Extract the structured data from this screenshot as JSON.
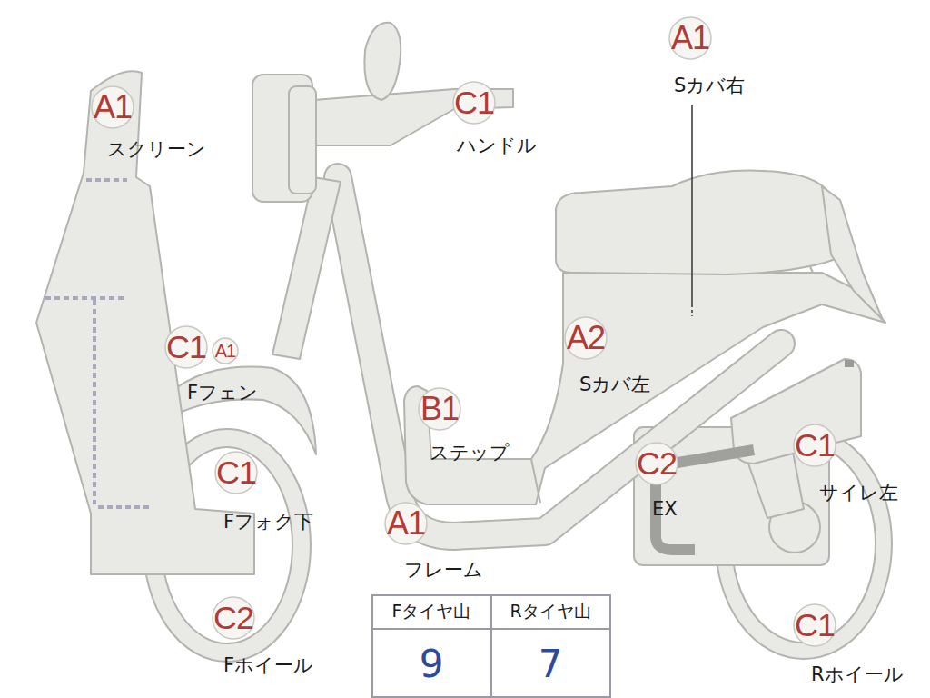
{
  "diagram": {
    "nodes": [
      {
        "text": [
          "A1",
          "スクリーン"
        ]
      },
      {
        "text": [
          "C1",
          "ハンドル"
        ]
      },
      {
        "text": [
          "A1",
          "Sカバ右"
        ]
      },
      {
        "text": [
          "C1",
          "Fフェン"
        ]
      },
      {
        "text": [
          "A1"
        ]
      },
      {
        "text": [
          "A2",
          "Sカバ左"
        ]
      },
      {
        "text": [
          "B1",
          "ステップ"
        ]
      },
      {
        "text": [
          "C2",
          "EX"
        ]
      },
      {
        "text": [
          "C1",
          "サイレ左"
        ]
      },
      {
        "text": [
          "C1",
          "Fフォク下"
        ]
      },
      {
        "text": [
          "A1",
          "フレーム"
        ]
      },
      {
        "text": [
          "C2",
          "Fホイール"
        ]
      },
      {
        "text": [
          "C1",
          "Rホイール"
        ]
      }
    ],
    "labels": [
      "Fタイヤ山",
      "Rタイヤ山",
      "9",
      "7"
    ]
  }
}
